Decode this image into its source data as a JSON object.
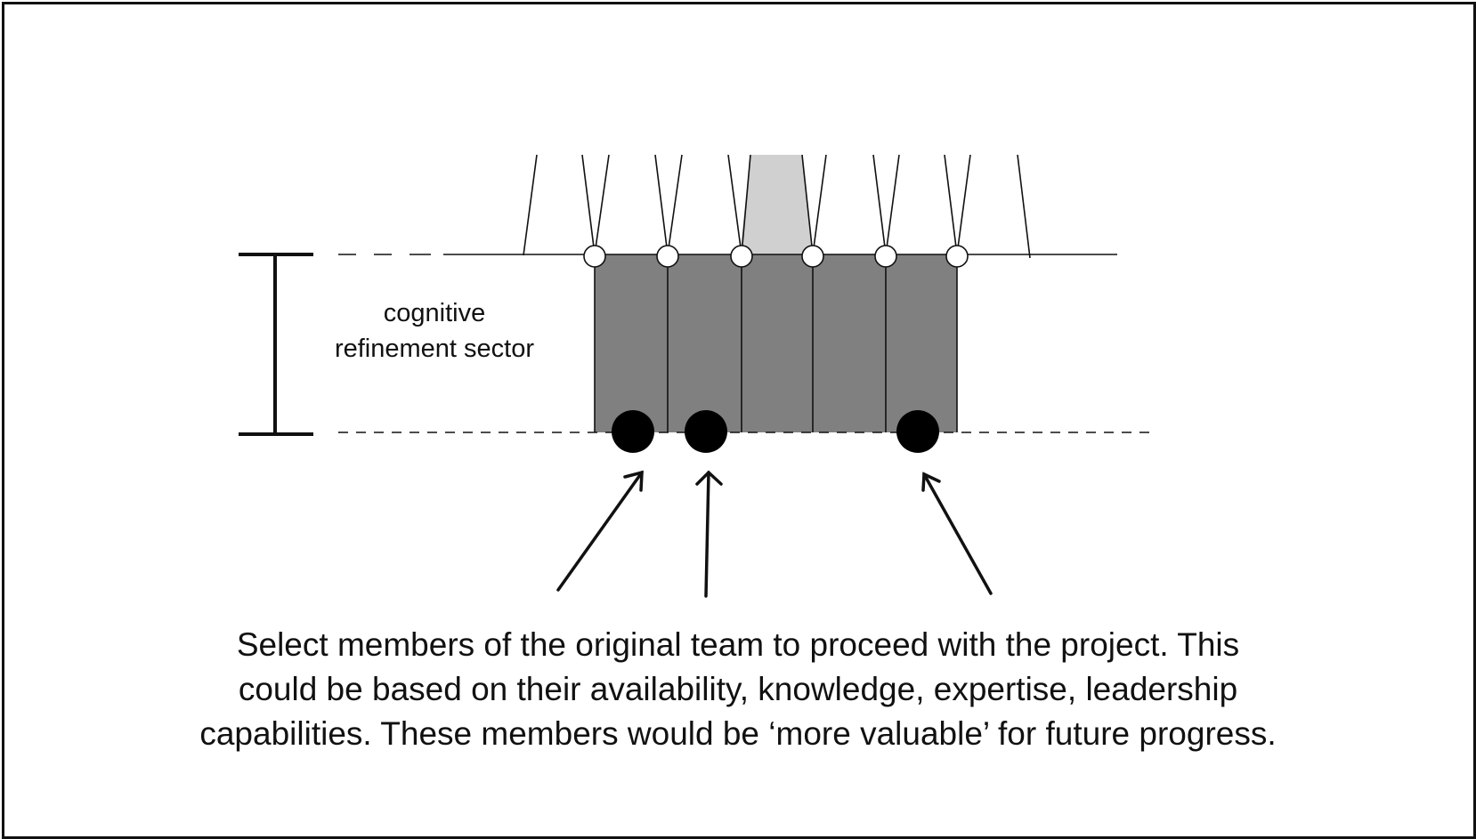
{
  "diagram": {
    "sector_label_lines": [
      "cognitive",
      "refinement sector"
    ],
    "caption_lines": [
      "Select members of the original team to proceed with the project. This",
      "could be based on their availability, knowledge, expertise, leadership",
      "capabilities. These members would be ‘more valuable’ for future progress."
    ],
    "team_column_count": 5,
    "selected_member_count": 3,
    "colors": {
      "sector_fill": "#808080",
      "highlight_fill": "#d0d0d0",
      "line": "#111111",
      "member": "#000000",
      "node_fill": "#ffffff"
    }
  }
}
